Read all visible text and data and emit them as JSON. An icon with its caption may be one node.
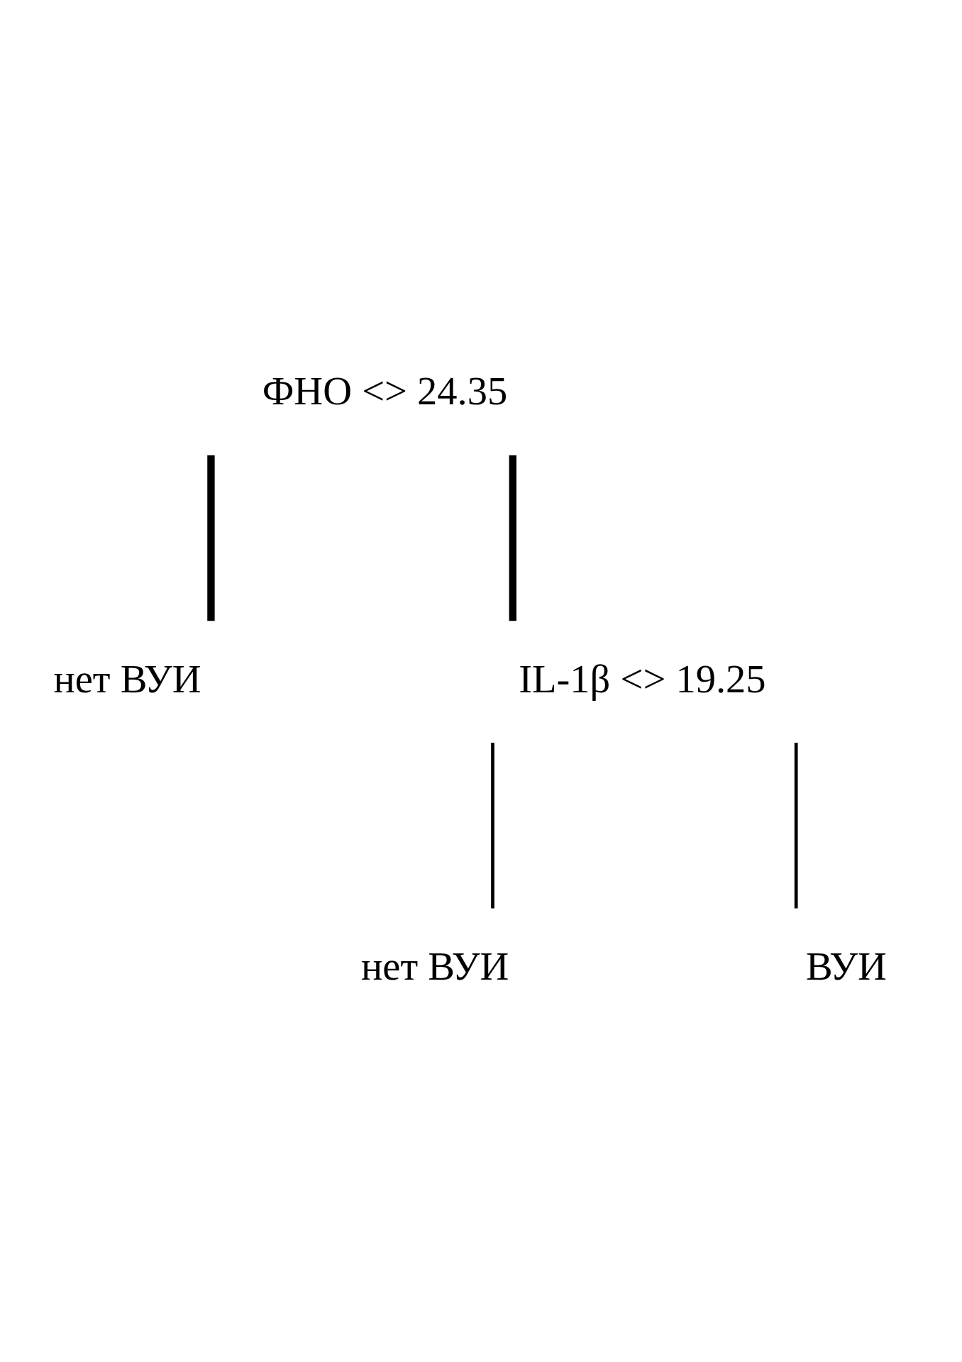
{
  "diagram": {
    "nodes": [
      {
        "text": [
          "ФНО <> 24.35"
        ]
      },
      {
        "text": [
          "нет ВУИ"
        ]
      },
      {
        "text": [
          "IL-1β <> 19.25"
        ]
      },
      {
        "text": [
          "нет ВУИ"
        ]
      },
      {
        "text": [
          "ВУИ"
        ]
      }
    ],
    "edges": [
      {
        "from": 0,
        "to": 1,
        "arrow": "none",
        "style": "thick"
      },
      {
        "from": 0,
        "to": 2,
        "arrow": "none",
        "style": "thick"
      },
      {
        "from": 2,
        "to": 3,
        "arrow": "none"
      },
      {
        "from": 2,
        "to": 4,
        "arrow": "none"
      }
    ]
  }
}
